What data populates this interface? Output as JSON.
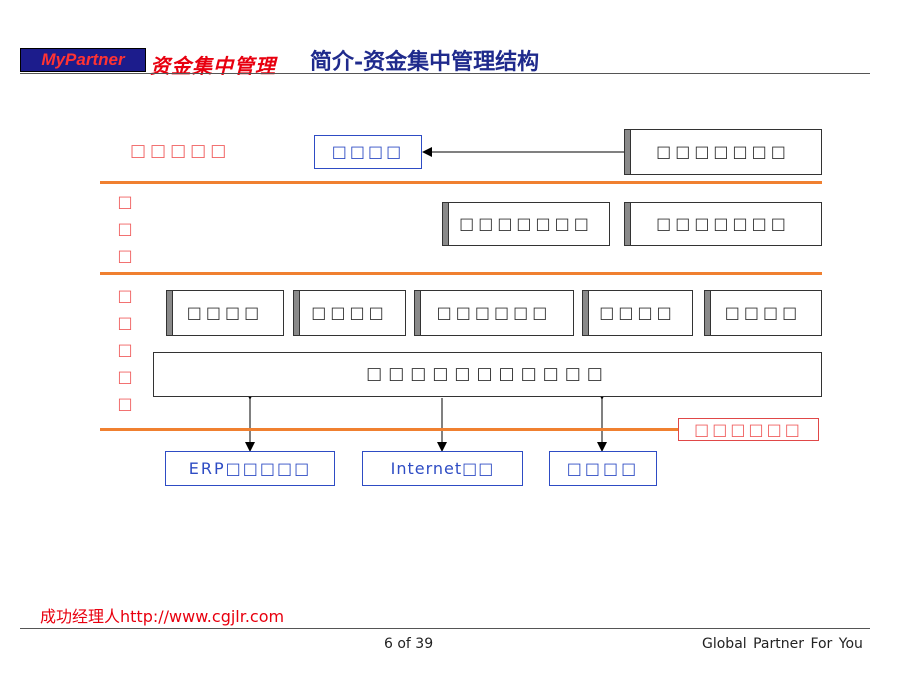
{
  "header": {
    "logo_text": "MyPartner",
    "brand_text": "资金集中管理",
    "title": "简介-资金集中管理结构"
  },
  "diagram": {
    "top_label": "□□□□□",
    "top_box": "□□□□",
    "top_right_system": "□□□□□□□",
    "layer2_label": [
      "□",
      "□",
      "□"
    ],
    "layer2_boxes": [
      "□□□□□□□",
      "□□□□□□□"
    ],
    "layer3_label": [
      "□",
      "□",
      "□",
      "□",
      "□"
    ],
    "layer3_modules": [
      "□□□□",
      "□□□□",
      "□□□□□□",
      "□□□□",
      "□□□□"
    ],
    "platform": "□□□□□□□□□□□",
    "external_label": "□□□□□□",
    "bottom_boxes": [
      "ERP□□□□□",
      "Internet□□",
      "□□□□"
    ]
  },
  "colors": {
    "separator": "#f08030",
    "accent_blue": "#2e4cc4",
    "accent_red": "#e8000f"
  },
  "footer": {
    "link_text": "成功经理人http://www.cgjlr.com",
    "page_text": "6  of 39",
    "tagline": "Global  Partner  For You"
  }
}
